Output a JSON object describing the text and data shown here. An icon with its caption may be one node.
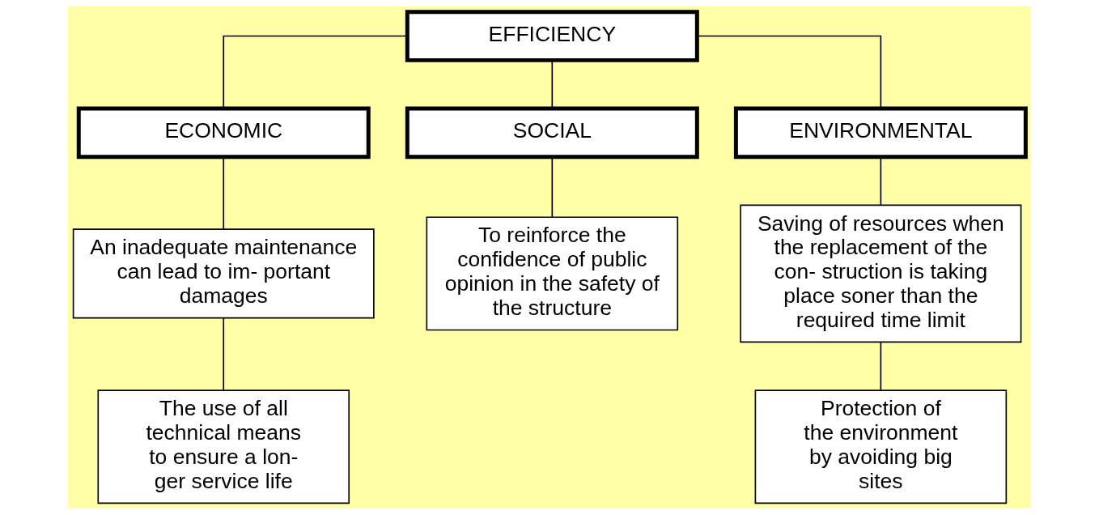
{
  "diagram": {
    "nodes": [
      {
        "text": [
          "EFFICIENCY"
        ]
      },
      {
        "text": [
          "ECONOMIC"
        ]
      },
      {
        "text": [
          "SOCIAL"
        ]
      },
      {
        "text": [
          "ENVIRONMENTAL"
        ]
      },
      {
        "text": [
          "An inadequate maintenance can lead to im- portant damages"
        ]
      },
      {
        "text": [
          "To reinforce the confidence of public opinion in the safety of the structure"
        ]
      },
      {
        "text": [
          "Saving of resources when the replacement of the con- struction is taking place soner than the required time limit"
        ]
      },
      {
        "text": [
          "The use of all technical means to ensure a lon- ger service life"
        ]
      },
      {
        "text": [
          "Protection of the environment by avoiding big sites"
        ]
      }
    ],
    "edges": [
      {
        "from": 0,
        "to": 1,
        "arrow": "none"
      },
      {
        "from": 0,
        "to": 2,
        "arrow": "none"
      },
      {
        "from": 0,
        "to": 3,
        "arrow": "none"
      },
      {
        "from": 1,
        "to": 4,
        "arrow": "none"
      },
      {
        "from": 2,
        "to": 5,
        "arrow": "none"
      },
      {
        "from": 3,
        "to": 6,
        "arrow": "none"
      },
      {
        "from": 4,
        "to": 7,
        "arrow": "none"
      },
      {
        "from": 6,
        "to": 8,
        "arrow": "none"
      }
    ]
  }
}
